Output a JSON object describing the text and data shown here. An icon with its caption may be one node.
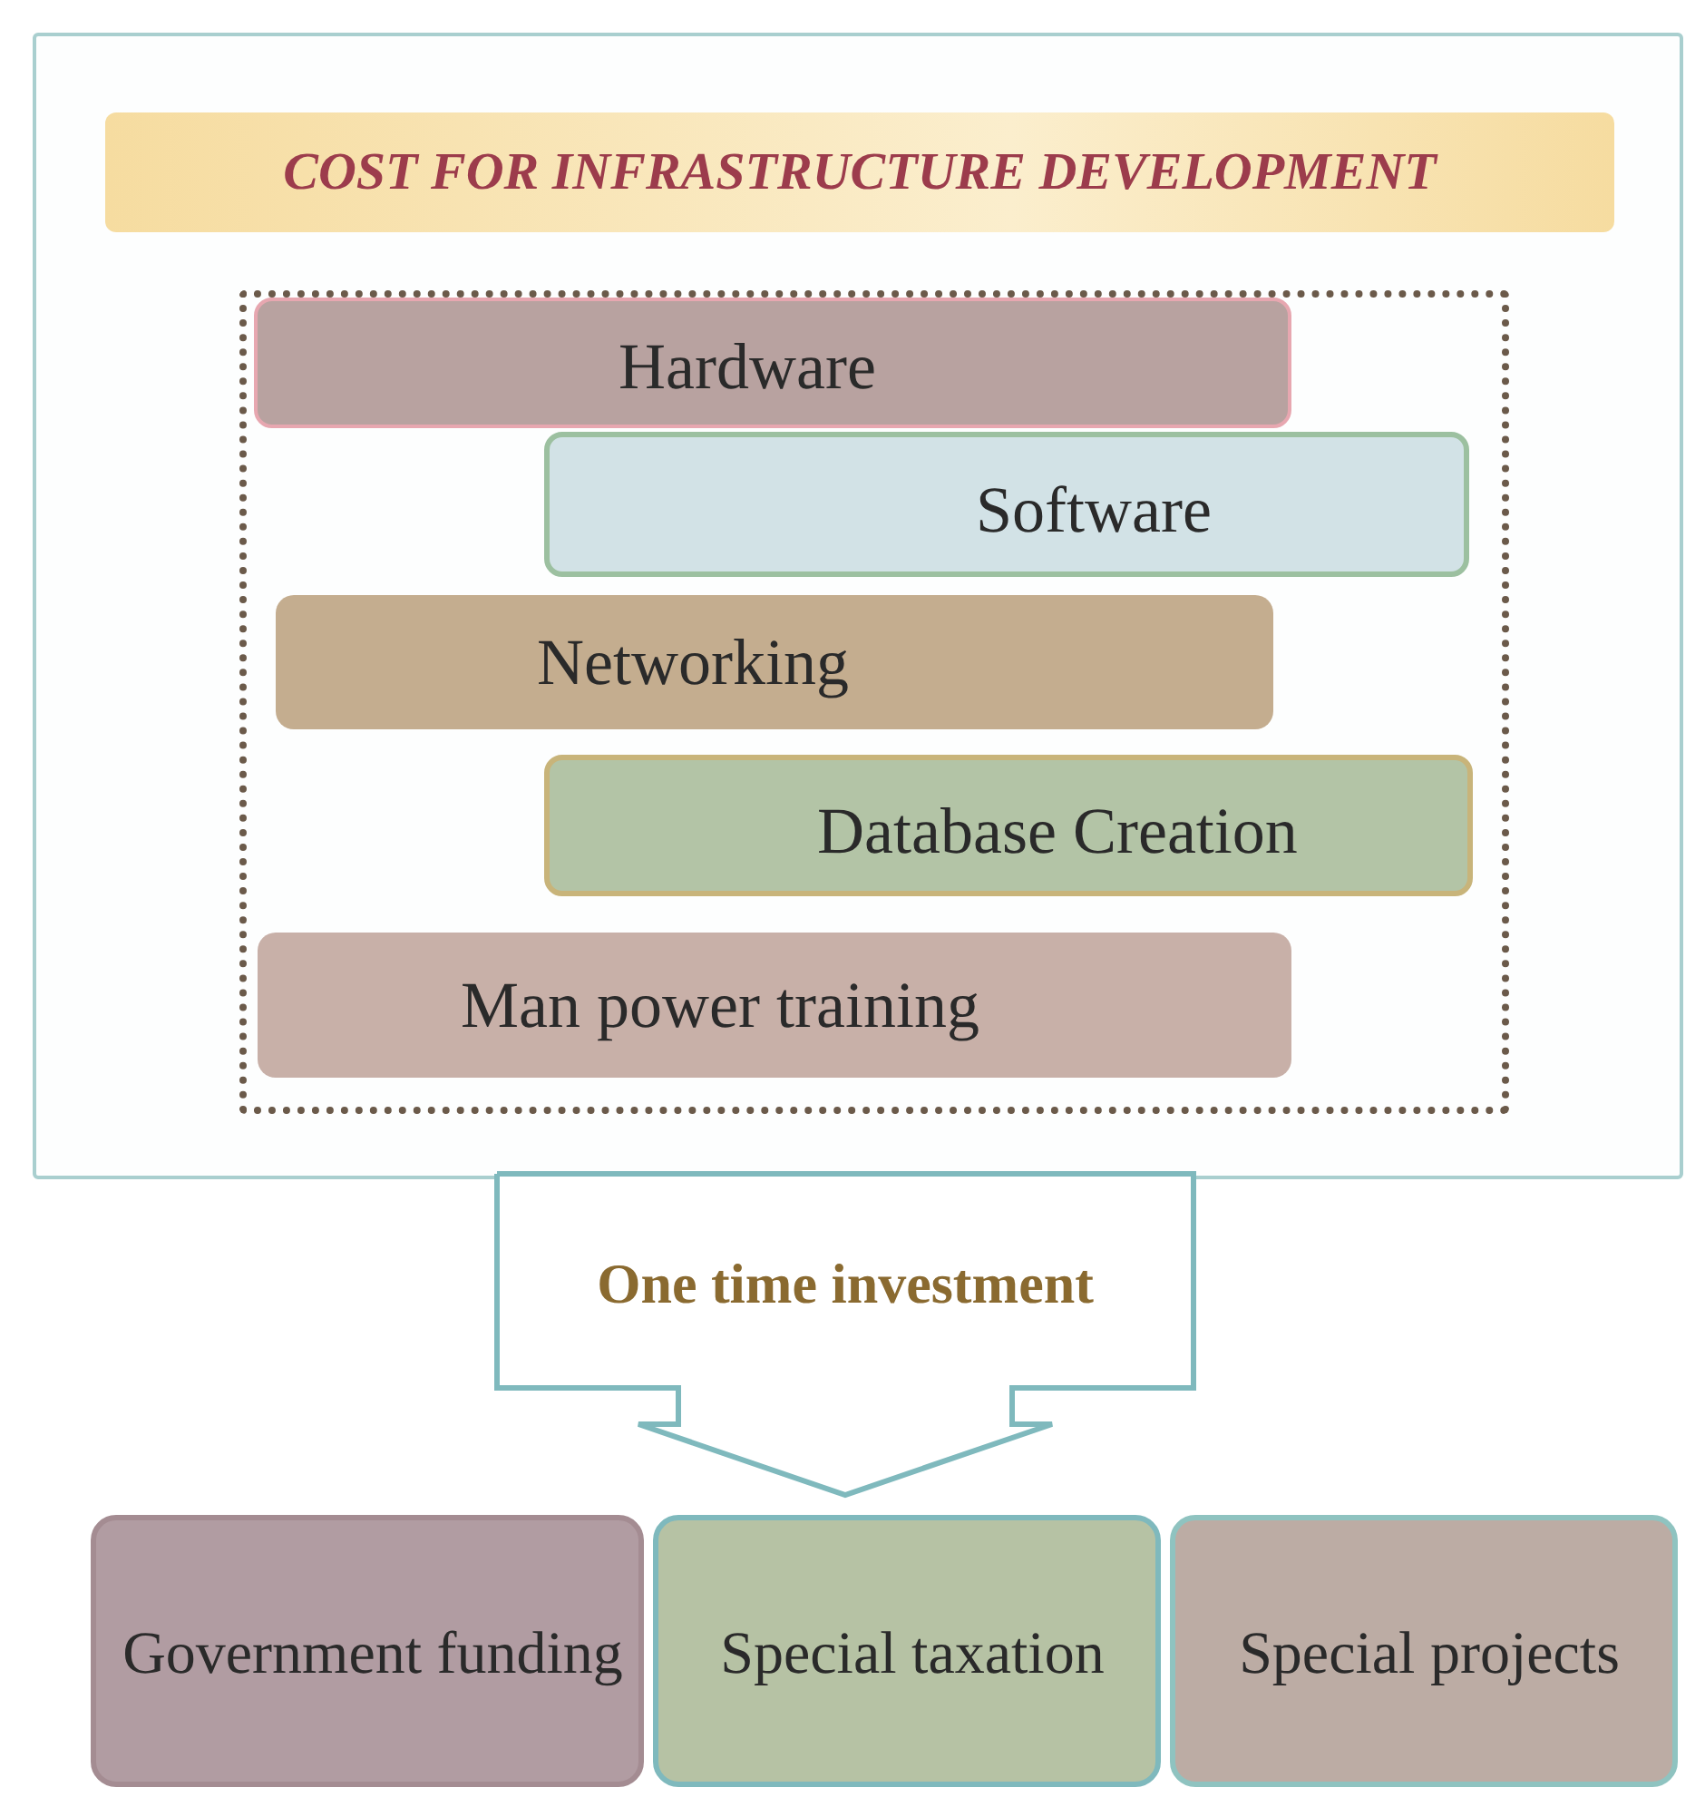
{
  "diagram": {
    "nodes": [
      {
        "text": [],
        "shape": "box"
      },
      {
        "text": [
          "COST FOR INFRASTRUCTURE DEVELOPMENT"
        ],
        "in": 0
      },
      {
        "text": [],
        "shape": "box",
        "in": 0
      },
      {
        "text": [
          "Hardware"
        ],
        "in": 2
      },
      {
        "text": [
          "Software"
        ],
        "in": 2
      },
      {
        "text": [
          "Networking"
        ],
        "in": 2
      },
      {
        "text": [
          "Database Creation"
        ],
        "in": 2
      },
      {
        "text": [
          "Man power training"
        ],
        "in": 2
      },
      {
        "text": [
          "One time investment"
        ]
      },
      {
        "text": [
          "Government funding"
        ]
      },
      {
        "text": [
          "Special taxation"
        ]
      },
      {
        "text": [
          "Special projects"
        ]
      }
    ]
  }
}
